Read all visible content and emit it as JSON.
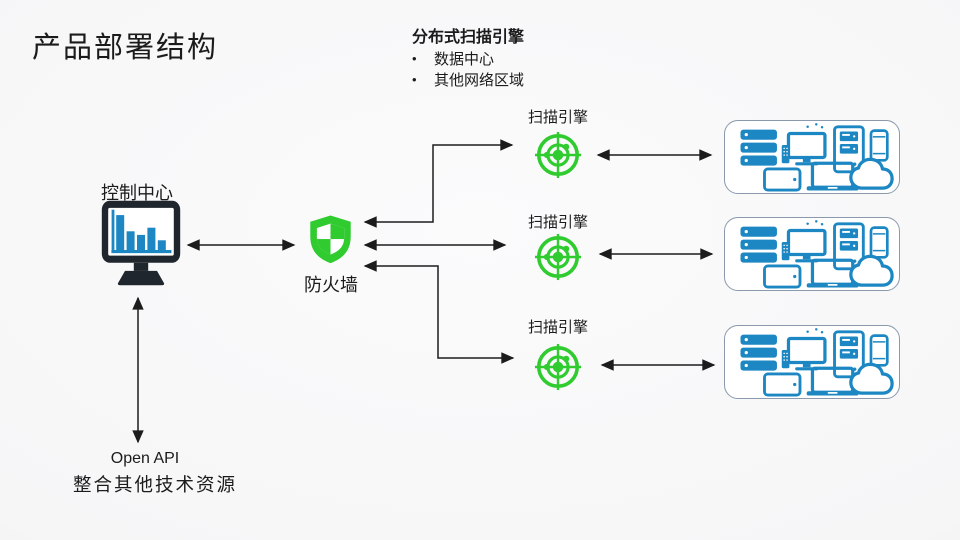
{
  "slide": {
    "title": "产品部署结构",
    "note": {
      "heading": "分布式扫描引擎",
      "bullet_char": "•",
      "bullets": [
        {
          "text": "数据中心"
        },
        {
          "text": "其他网络区域"
        }
      ]
    },
    "control_center": {
      "label": "控制中心",
      "icon": "monitor-bar-chart-icon"
    },
    "firewall": {
      "label": "防火墙",
      "icon": "shield-icon"
    },
    "scan_engines": [
      {
        "label": "扫描引擎",
        "icon": "radar-target-icon"
      },
      {
        "label": "扫描引擎",
        "icon": "radar-target-icon"
      },
      {
        "label": "扫描引擎",
        "icon": "radar-target-icon"
      }
    ],
    "device_groups": [
      {
        "icons": [
          "server-stack",
          "desktop-computer",
          "tower-server",
          "smartphone",
          "tablet",
          "laptop",
          "cloud"
        ]
      },
      {
        "icons": [
          "server-stack",
          "desktop-computer",
          "tower-server",
          "smartphone",
          "tablet",
          "laptop",
          "cloud"
        ]
      },
      {
        "icons": [
          "server-stack",
          "desktop-computer",
          "tower-server",
          "smartphone",
          "tablet",
          "laptop",
          "cloud"
        ]
      }
    ],
    "open_api": {
      "line1": "Open API",
      "line2": "整合其他技术资源"
    },
    "colors": {
      "background": "#f6f6f7",
      "text": "#1b1b1b",
      "arrow": "#1c1c1c",
      "engine_green": "#2fcb2f",
      "device_blue": "#1c87c2",
      "monitor_dark": "#20262e",
      "box_border": "#8a99ac"
    }
  }
}
